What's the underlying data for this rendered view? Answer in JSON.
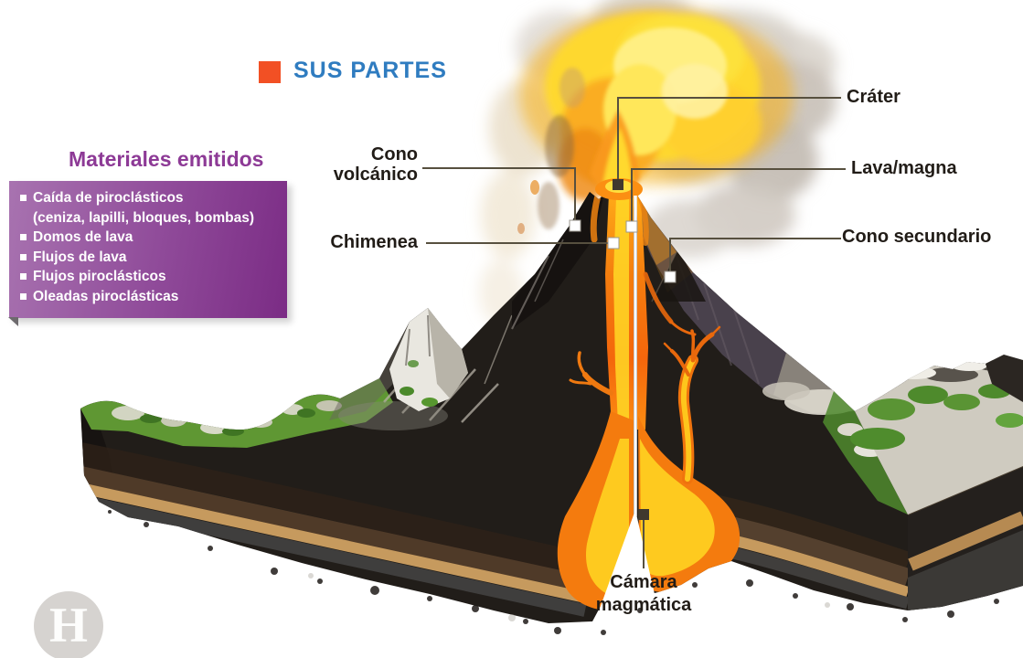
{
  "title": {
    "text": "SUS PARTES"
  },
  "materials": {
    "heading": "Materiales emitidos",
    "items": [
      {
        "text": "Caída de piroclásticos"
      },
      {
        "text": "(ceniza, lapilli, bloques, bombas)"
      },
      {
        "text": "Domos de lava"
      },
      {
        "text": "Flujos de lava"
      },
      {
        "text": "Flujos piroclásticos"
      },
      {
        "text": "Oleadas piroclásticas"
      }
    ]
  },
  "labels": {
    "crater": "Cráter",
    "lava_magma": "Lava/magna",
    "cono_secundario": "Cono secundario",
    "cono_volcanico_line1": "Cono",
    "cono_volcanico_line2": "volcánico",
    "chimenea": "Chimenea",
    "camara_line1": "Cámara",
    "camara_line2": "magmática"
  },
  "logo": {
    "letter": "H"
  },
  "colors": {
    "accent_orange": "#f25024",
    "title_blue": "#2f7cc0",
    "heading_purple": "#8d3a96",
    "box_gradient_from": "#a873b0",
    "box_gradient_to": "#7b2c85",
    "pointer_line": "#57503f",
    "magma_orange": "#f4770e",
    "magma_yellow": "#ffd622"
  }
}
